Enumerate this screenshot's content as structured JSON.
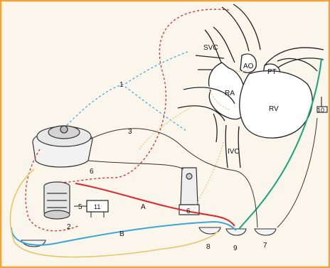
{
  "labels": {
    "svc": "SVC",
    "ao": "AO",
    "pt": "PT",
    "ra": "RA",
    "rv": "RV",
    "ivc": "IVC",
    "n1": "1",
    "n2": "2",
    "n3": "3",
    "n5": "5",
    "n6": "6",
    "n6b": "6",
    "n7": "7",
    "n8": "8",
    "n9": "9",
    "n10": "10",
    "n11": "11",
    "lineA": "A",
    "lineB": "B"
  },
  "colors": {
    "background": "#fbf6ec",
    "border": "#f3a33a",
    "red_line": "#e0242a",
    "blue_line": "#3aa6da",
    "green_line": "#1aa37a",
    "yellow_line": "#e7c66a",
    "dark_line": "#333333"
  }
}
